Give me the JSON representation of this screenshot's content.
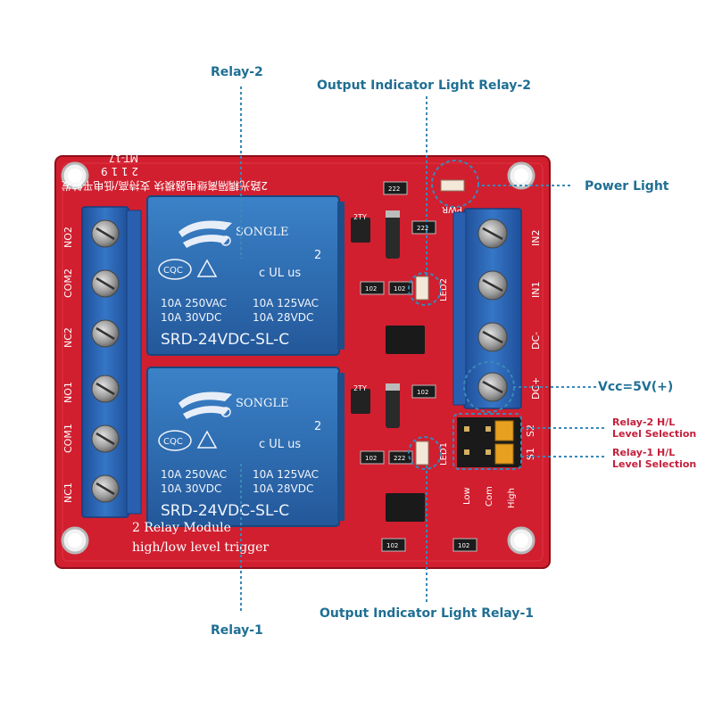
{
  "colors": {
    "pcb": "#d11f2f",
    "pcb_dark": "#a8131f",
    "relay_blue": "#2f6fb5",
    "terminal_blue": "#2a5fb0",
    "callout_blue": "#1f6f94",
    "callout_red": "#c4203c"
  },
  "callouts": {
    "relay2": "Relay-2",
    "relay1": "Relay-1",
    "out_led2": "Output Indicator Light Relay-2",
    "out_led1": "Output Indicator Light Relay-1",
    "power_light": "Power Light",
    "vcc": "Vcc=5V(+)",
    "relay2_level_l1": "Relay-2 H/L",
    "relay2_level_l2": "Level Selection",
    "relay1_level_l1": "Relay-1 H/L",
    "relay1_level_l2": "Level Selection"
  },
  "board": {
    "top_code": "2 1 1 9",
    "top_model": "MT-17",
    "top_chinese": "2路光耦隔离继电器模块 支持高/低电平触发",
    "bottom_line1": "2 Relay  Module",
    "bottom_line2": "high/low level trigger",
    "left_terminals": [
      "NO2",
      "COM2",
      "NC2",
      "NO1",
      "COM1",
      "NC1"
    ],
    "right_terminals": [
      "IN2",
      "IN1",
      "DC-",
      "DC+"
    ],
    "jumper_labels": [
      "S2",
      "S1"
    ],
    "jumper_bottom": [
      "Low",
      "Com",
      "High"
    ],
    "led_labels": [
      "LED2",
      "LED1",
      "PWR"
    ],
    "resistor_codes": [
      "222",
      "222",
      "102",
      "102",
      "102",
      "102",
      "222",
      "102",
      "102"
    ],
    "diode_code": "2TY"
  },
  "relays": [
    {
      "brand": "SONGLE",
      "cert_left": "CQC",
      "ul_mark": "c UL us",
      "ul_num": "2",
      "rating_row1_left": "10A 250VAC",
      "rating_row1_right": "10A 125VAC",
      "rating_row2_left": "10A  30VDC",
      "rating_row2_right": "10A  28VDC",
      "model": "SRD-24VDC-SL-C"
    },
    {
      "brand": "SONGLE",
      "cert_left": "CQC",
      "ul_mark": "c UL us",
      "ul_num": "2",
      "rating_row1_left": "10A 250VAC",
      "rating_row1_right": "10A 125VAC",
      "rating_row2_left": "10A  30VDC",
      "rating_row2_right": "10A  28VDC",
      "model": "SRD-24VDC-SL-C"
    }
  ]
}
